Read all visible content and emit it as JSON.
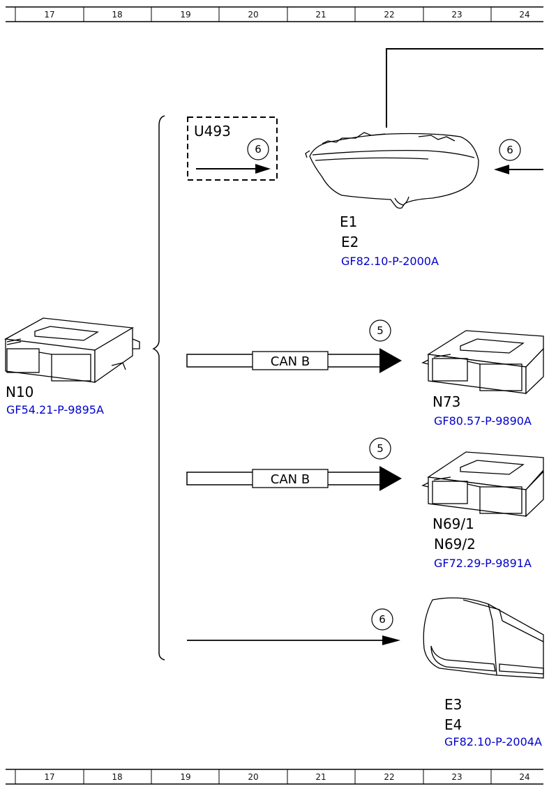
{
  "grid_columns": [
    "17",
    "18",
    "19",
    "20",
    "21",
    "22",
    "23",
    "24"
  ],
  "components": {
    "u493": {
      "label": "U493",
      "marker": "6"
    },
    "headlamp": {
      "label_1": "E1",
      "label_2": "E2",
      "ref": "GF82.10-P-2000A",
      "marker": "6"
    },
    "n10": {
      "label": "N10",
      "ref": "GF54.21-P-9895A"
    },
    "n73": {
      "label": "N73",
      "ref": "GF80.57-P-9890A",
      "bus": "CAN B",
      "marker": "5"
    },
    "n69": {
      "label_1": "N69/1",
      "label_2": "N69/2",
      "ref": "GF72.29-P-9891A",
      "bus": "CAN B",
      "marker": "5"
    },
    "taillamp": {
      "label_1": "E3",
      "label_2": "E4",
      "ref": "GF82.10-P-2004A",
      "marker": "6"
    }
  }
}
